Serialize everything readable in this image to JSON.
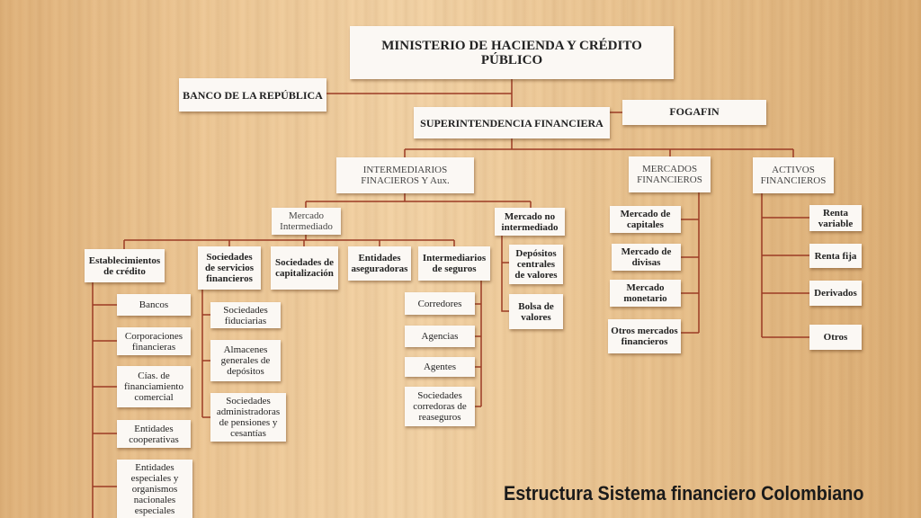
{
  "title": "Estructura Sistema financiero Colombiano",
  "colors": {
    "connector": "#9b3b24",
    "box": "#fbf8f4",
    "text": "#222222"
  },
  "nodes": {
    "ministerio": "MINISTERIO DE HACIENDA Y CRÉDITO PÚBLICO",
    "banco": "BANCO DE LA REPÚBLICA",
    "superintendencia": "SUPERINTENDENCIA FINANCIERA",
    "fogafin": "FOGAFIN",
    "intermediarios": "INTERMEDIARIOS FINACIEROS Y Aux.",
    "mercados": "MERCADOS FINANCIEROS",
    "activos": "ACTIVOS FINANCIEROS",
    "mercado_intermediado": "Mercado Intermediado",
    "mercado_no_intermediado": "Mercado no intermediado",
    "establecimientos": "Establecimientos de crédito",
    "servicios": "Sociedades de servicios financieros",
    "capitalizacion": "Sociedades de capitalización",
    "aseguradoras": "Entidades aseguradoras",
    "intermediarios_seguros": "Intermediarios de seguros",
    "depositos": "Depósitos centrales de valores",
    "bolsa": "Bolsa de valores",
    "bancos": "Bancos",
    "corporaciones": "Corporaciones financieras",
    "cias": "Cías. de financiamiento comercial",
    "cooperativas": "Entidades cooperativas",
    "especiales": "Entidades especiales y organismos nacionales especiales",
    "fiduciarias": "Sociedades fiduciarias",
    "almacenes": "Almacenes generales de depósitos",
    "pensiones": "Sociedades administradoras de pensiones y cesantías",
    "corredores": "Corredores",
    "agencias": "Agencias",
    "agentes": "Agentes",
    "reaseguros": "Sociedades corredoras de reaseguros",
    "capitales": "Mercado de capitales",
    "divisas": "Mercado de divisas",
    "monetario": "Mercado monetario",
    "otros_mercados": "Otros mercados financieros",
    "renta_variable": "Renta variable",
    "renta_fija": "Renta fija",
    "derivados": "Derivados",
    "otros": "Otros"
  }
}
